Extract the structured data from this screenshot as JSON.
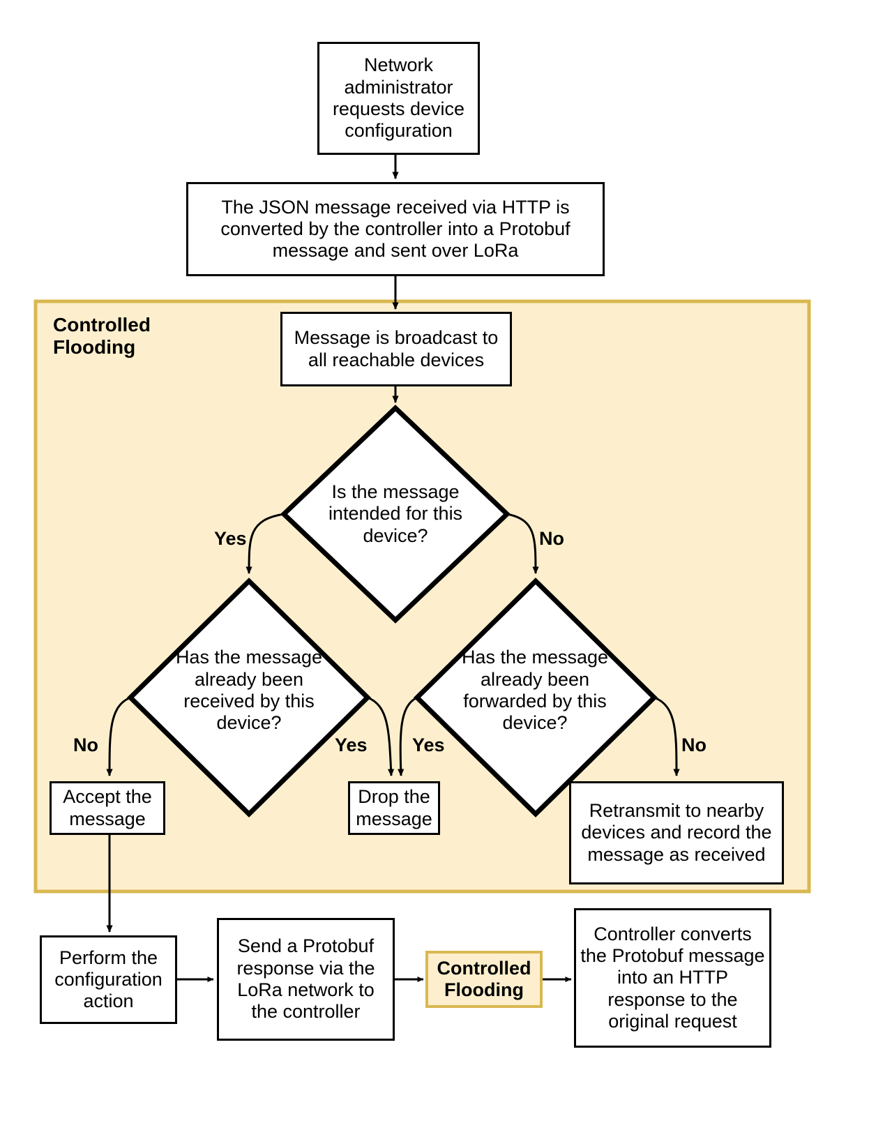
{
  "diagram": {
    "title_region": {
      "label_line1": "Controlled",
      "label_line2": "Flooding",
      "fill": "#FDEFCD",
      "border": "#D9B851"
    },
    "nodes": {
      "start": "Network administrator requests device configuration",
      "convert": "The JSON message received via HTTP is converted by the controller into a Protobuf message and sent over LoRa",
      "broadcast": "Message is broadcast to all reachable devices",
      "decision_intended": "Is the message intended for this device?",
      "decision_received": "Has the message already been received by this device?",
      "decision_forwarded": "Has the message already been forwarded by this device?",
      "accept": "Accept the message",
      "drop": "Drop the message",
      "retransmit": "Retransmit to nearby devices and record the message as received",
      "perform": "Perform the configuration action",
      "send_response": "Send a Protobuf response via the LoRa network to the controller",
      "controlled_flooding_step_line1": "Controlled",
      "controlled_flooding_step_line2": "Flooding",
      "controller_converts": "Controller converts the Protobuf message into an HTTP response to the original request"
    },
    "edge_labels": {
      "intended_yes": "Yes",
      "intended_no": "No",
      "received_no": "No",
      "received_yes": "Yes",
      "forwarded_yes": "Yes",
      "forwarded_no": "No"
    },
    "colors": {
      "stroke": "#000000",
      "node_fill": "#FFFFFF",
      "group_fill": "#FDEFCD",
      "group_border": "#D9B851",
      "page_bg": "#FFFFFF"
    }
  }
}
